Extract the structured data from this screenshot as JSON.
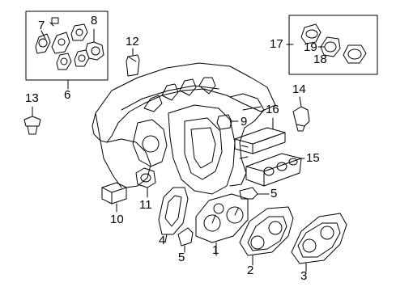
{
  "diagram": {
    "callouts": {
      "c1": "1",
      "c2": "2",
      "c3": "3",
      "c4": "4",
      "c5a": "5",
      "c5b": "5",
      "c6": "6",
      "c7": "7",
      "c8": "8",
      "c9": "9",
      "c10": "10",
      "c11": "11",
      "c12": "12",
      "c13": "13",
      "c14": "14",
      "c15": "15",
      "c16": "16",
      "c17": "17",
      "c18": "18",
      "c19": "19"
    },
    "colors": {
      "line": "#000000",
      "background": "#ffffff"
    }
  }
}
